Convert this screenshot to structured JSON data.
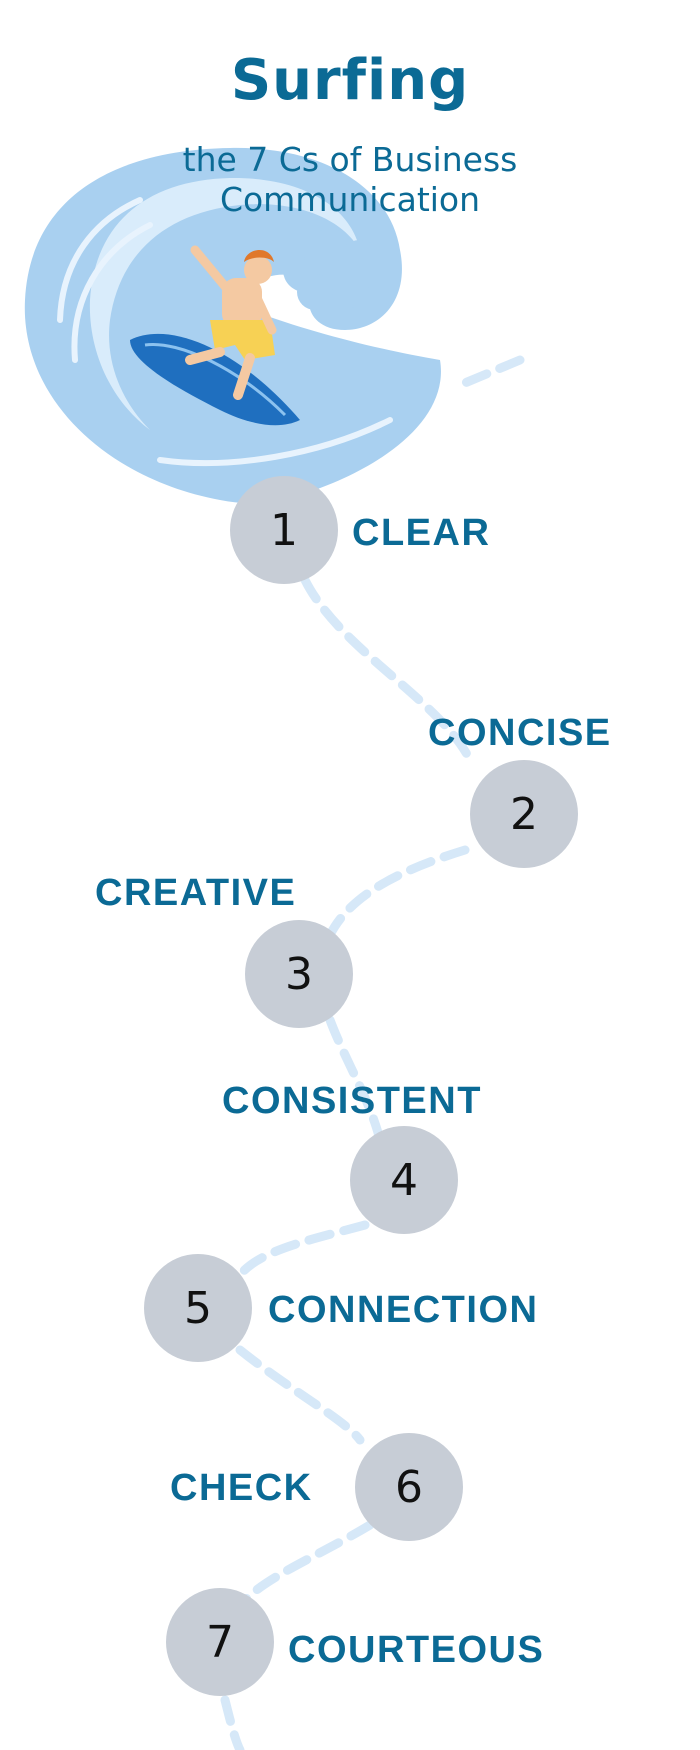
{
  "header": {
    "title": "Surfing",
    "subtitle": "the 7 Cs of Business Communication"
  },
  "colors": {
    "title": "#0b6a95",
    "label": "#0b6a95",
    "circle": "#c7cdd6",
    "wave_light": "#cfe4f7",
    "wave_mid": "#a9d0f0",
    "path": "#d6e8f8"
  },
  "steps": [
    {
      "number": "1",
      "label": "CLEAR"
    },
    {
      "number": "2",
      "label": "CONCISE"
    },
    {
      "number": "3",
      "label": "CREATIVE"
    },
    {
      "number": "4",
      "label": "CONSISTENT"
    },
    {
      "number": "5",
      "label": "CONNECTION"
    },
    {
      "number": "6",
      "label": "CHECK"
    },
    {
      "number": "7",
      "label": "COURTEOUS"
    }
  ]
}
